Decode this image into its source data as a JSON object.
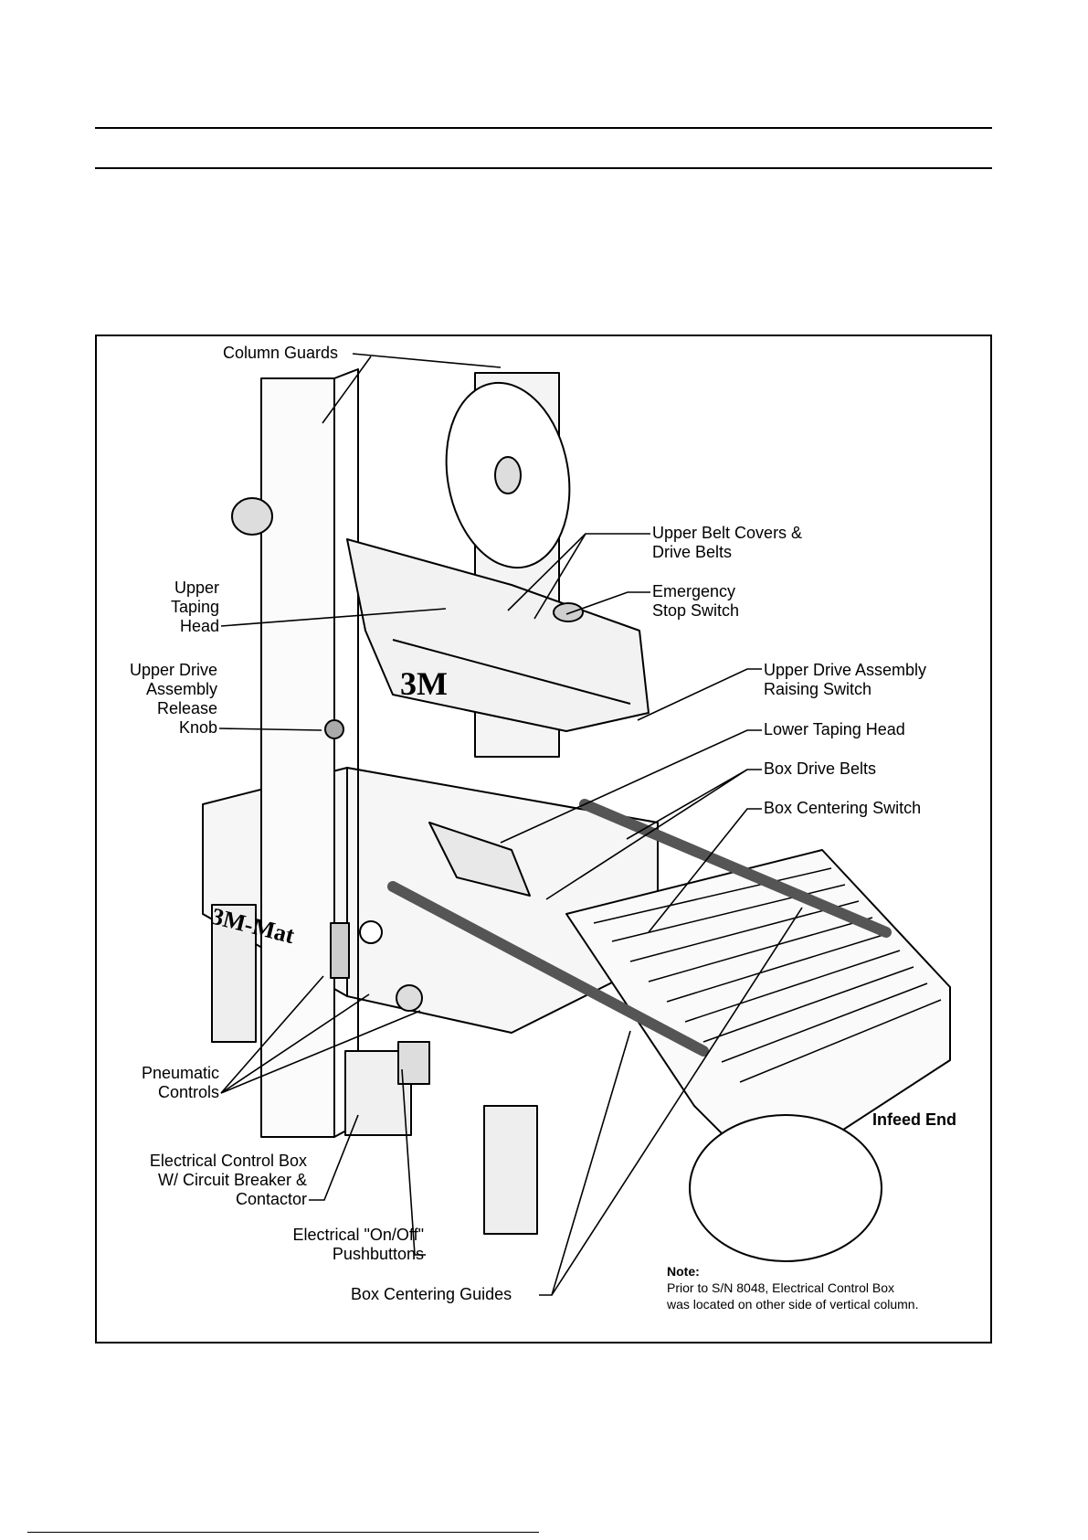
{
  "labels": {
    "column_guards": "Column Guards",
    "upper_belt_covers": [
      "Upper Belt Covers &",
      "Drive Belts"
    ],
    "emergency_stop": [
      "Emergency",
      "Stop Switch"
    ],
    "upper_taping_head": [
      "Upper",
      "Taping",
      "Head"
    ],
    "upper_drive_release": [
      "Upper Drive",
      "Assembly",
      "Release",
      "Knob"
    ],
    "upper_drive_raising": [
      "Upper Drive Assembly",
      "Raising Switch"
    ],
    "lower_taping_head": "Lower Taping Head",
    "box_drive_belts": "Box Drive Belts",
    "box_centering_switch": "Box Centering Switch",
    "pneumatic_controls": [
      "Pneumatic",
      "Controls"
    ],
    "electrical_control_box": [
      "Electrical Control Box",
      "W/ Circuit Breaker &",
      "Contactor"
    ],
    "electrical_pushbuttons": [
      "Electrical \"On/Off\"",
      "Pushbuttons"
    ],
    "box_centering_guides": "Box Centering Guides",
    "infeed_end": "Infeed End"
  },
  "note": {
    "title": "Note:",
    "lines": [
      "Prior to S/N 8048, Electrical Control Box",
      "was located on other side of vertical column."
    ]
  },
  "artwork": {
    "logo_text": "3M",
    "base_logo_text": "3M-Mat"
  }
}
